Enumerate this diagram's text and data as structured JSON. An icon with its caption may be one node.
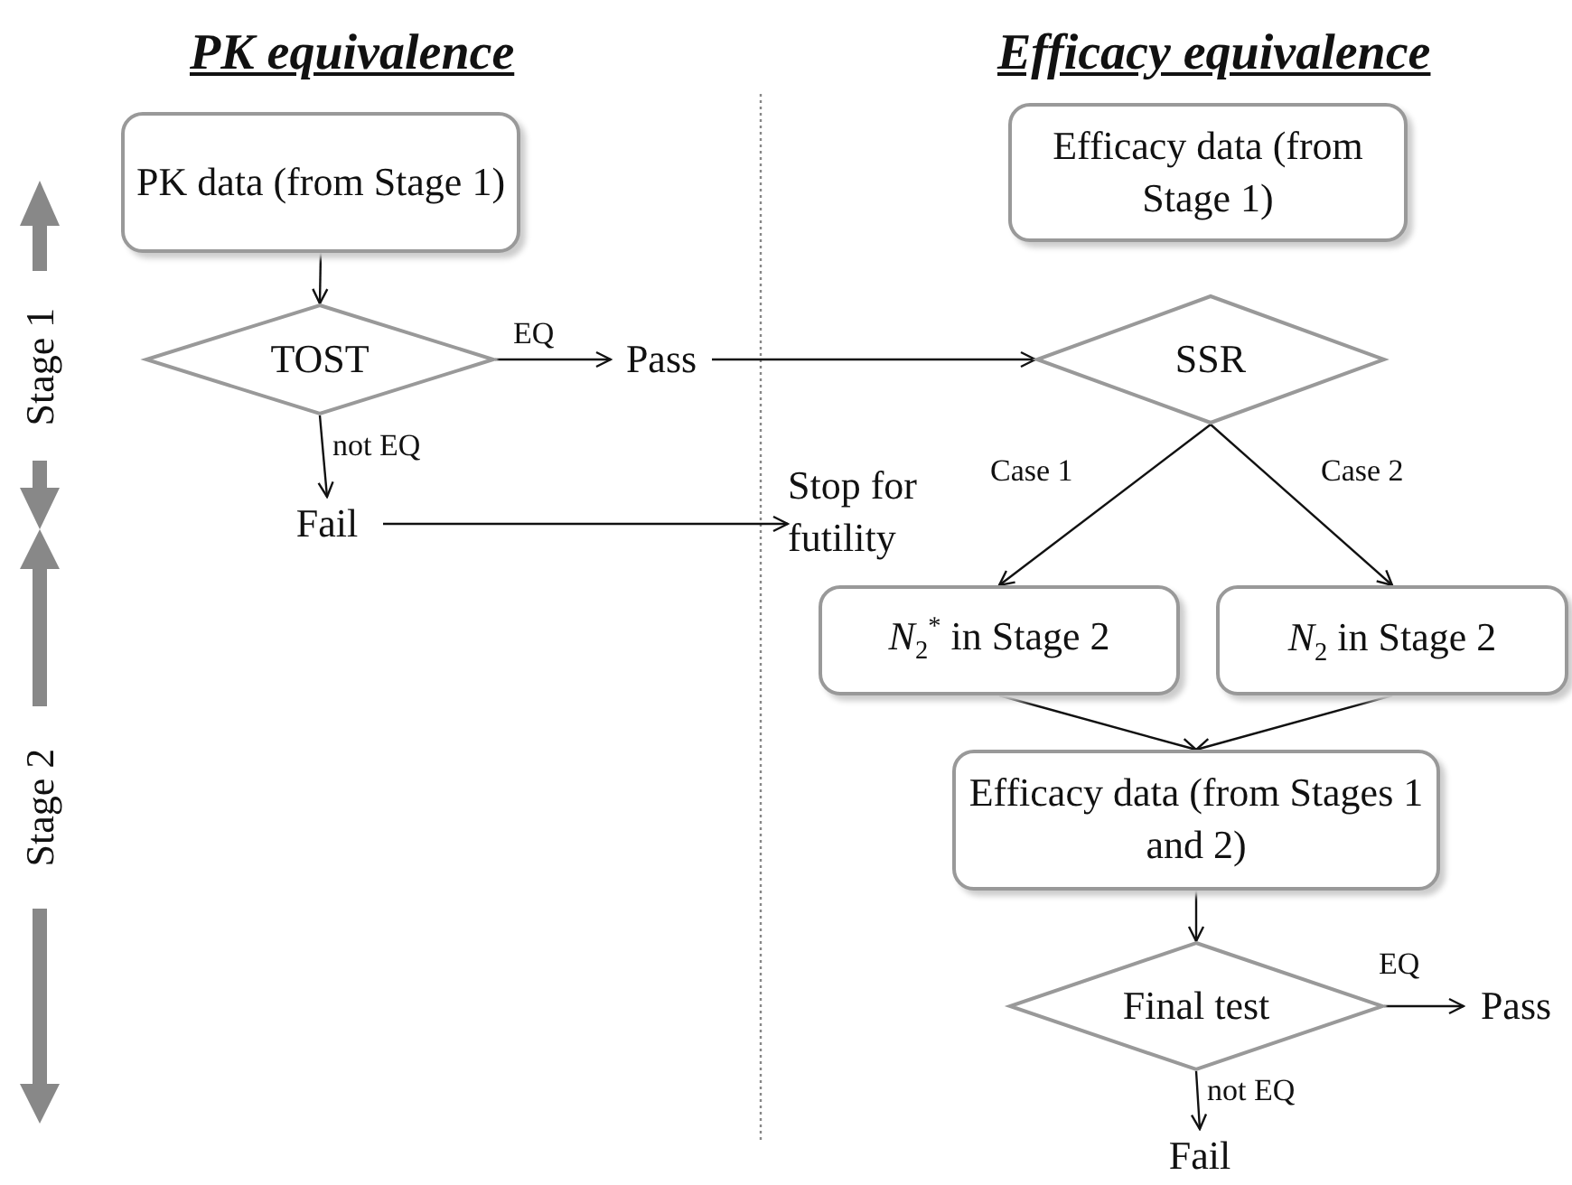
{
  "diagram": {
    "nodes": [
      {
        "text": [
          "PK data (from Stage 1)"
        ]
      },
      {
        "text": [
          "TOST"
        ]
      },
      {
        "text": [
          "Pass"
        ]
      },
      {
        "text": [
          "Fail"
        ]
      },
      {
        "text": [
          "Efficacy data (from Stage 1)"
        ]
      },
      {
        "text": [
          "SSR"
        ]
      },
      {
        "text": [
          "Stop for futility"
        ]
      },
      {
        "text": [
          "*N*$_{2}$$^{*}$ in Stage 2"
        ]
      },
      {
        "text": [
          "*N*$_{2}$ in Stage 2"
        ]
      },
      {
        "text": [
          "Efficacy data (from Stages 1 and 2)"
        ]
      },
      {
        "text": [
          "Final test"
        ]
      },
      {
        "text": [
          "Pass"
        ]
      },
      {
        "text": [
          "Fail"
        ]
      }
    ],
    "edges": [
      {
        "from": 0,
        "to": 1,
        "arrow": "to"
      },
      {
        "from": 1,
        "to": 2,
        "arrow": "to",
        "label": "EQ"
      },
      {
        "from": 1,
        "to": 3,
        "arrow": "to",
        "label": "not EQ"
      },
      {
        "from": 2,
        "to": 5,
        "arrow": "to"
      },
      {
        "from": 3,
        "to": 6,
        "arrow": "to"
      },
      {
        "from": 5,
        "to": 7,
        "arrow": "to",
        "label": "Case 1"
      },
      {
        "from": 5,
        "to": 8,
        "arrow": "to",
        "label": "Case 2"
      },
      {
        "from": 7,
        "to": 9,
        "arrow": "to"
      },
      {
        "from": 8,
        "to": 9,
        "arrow": "to"
      },
      {
        "from": 9,
        "to": 10,
        "arrow": "to"
      },
      {
        "from": 10,
        "to": 11,
        "arrow": "to",
        "label": "EQ"
      },
      {
        "from": 10,
        "to": 12,
        "arrow": "to",
        "label": "not EQ"
      }
    ],
    "labels": [
      "PK equivalence",
      "Efficacy equivalence",
      "Stage 1",
      "Stage 2"
    ]
  }
}
